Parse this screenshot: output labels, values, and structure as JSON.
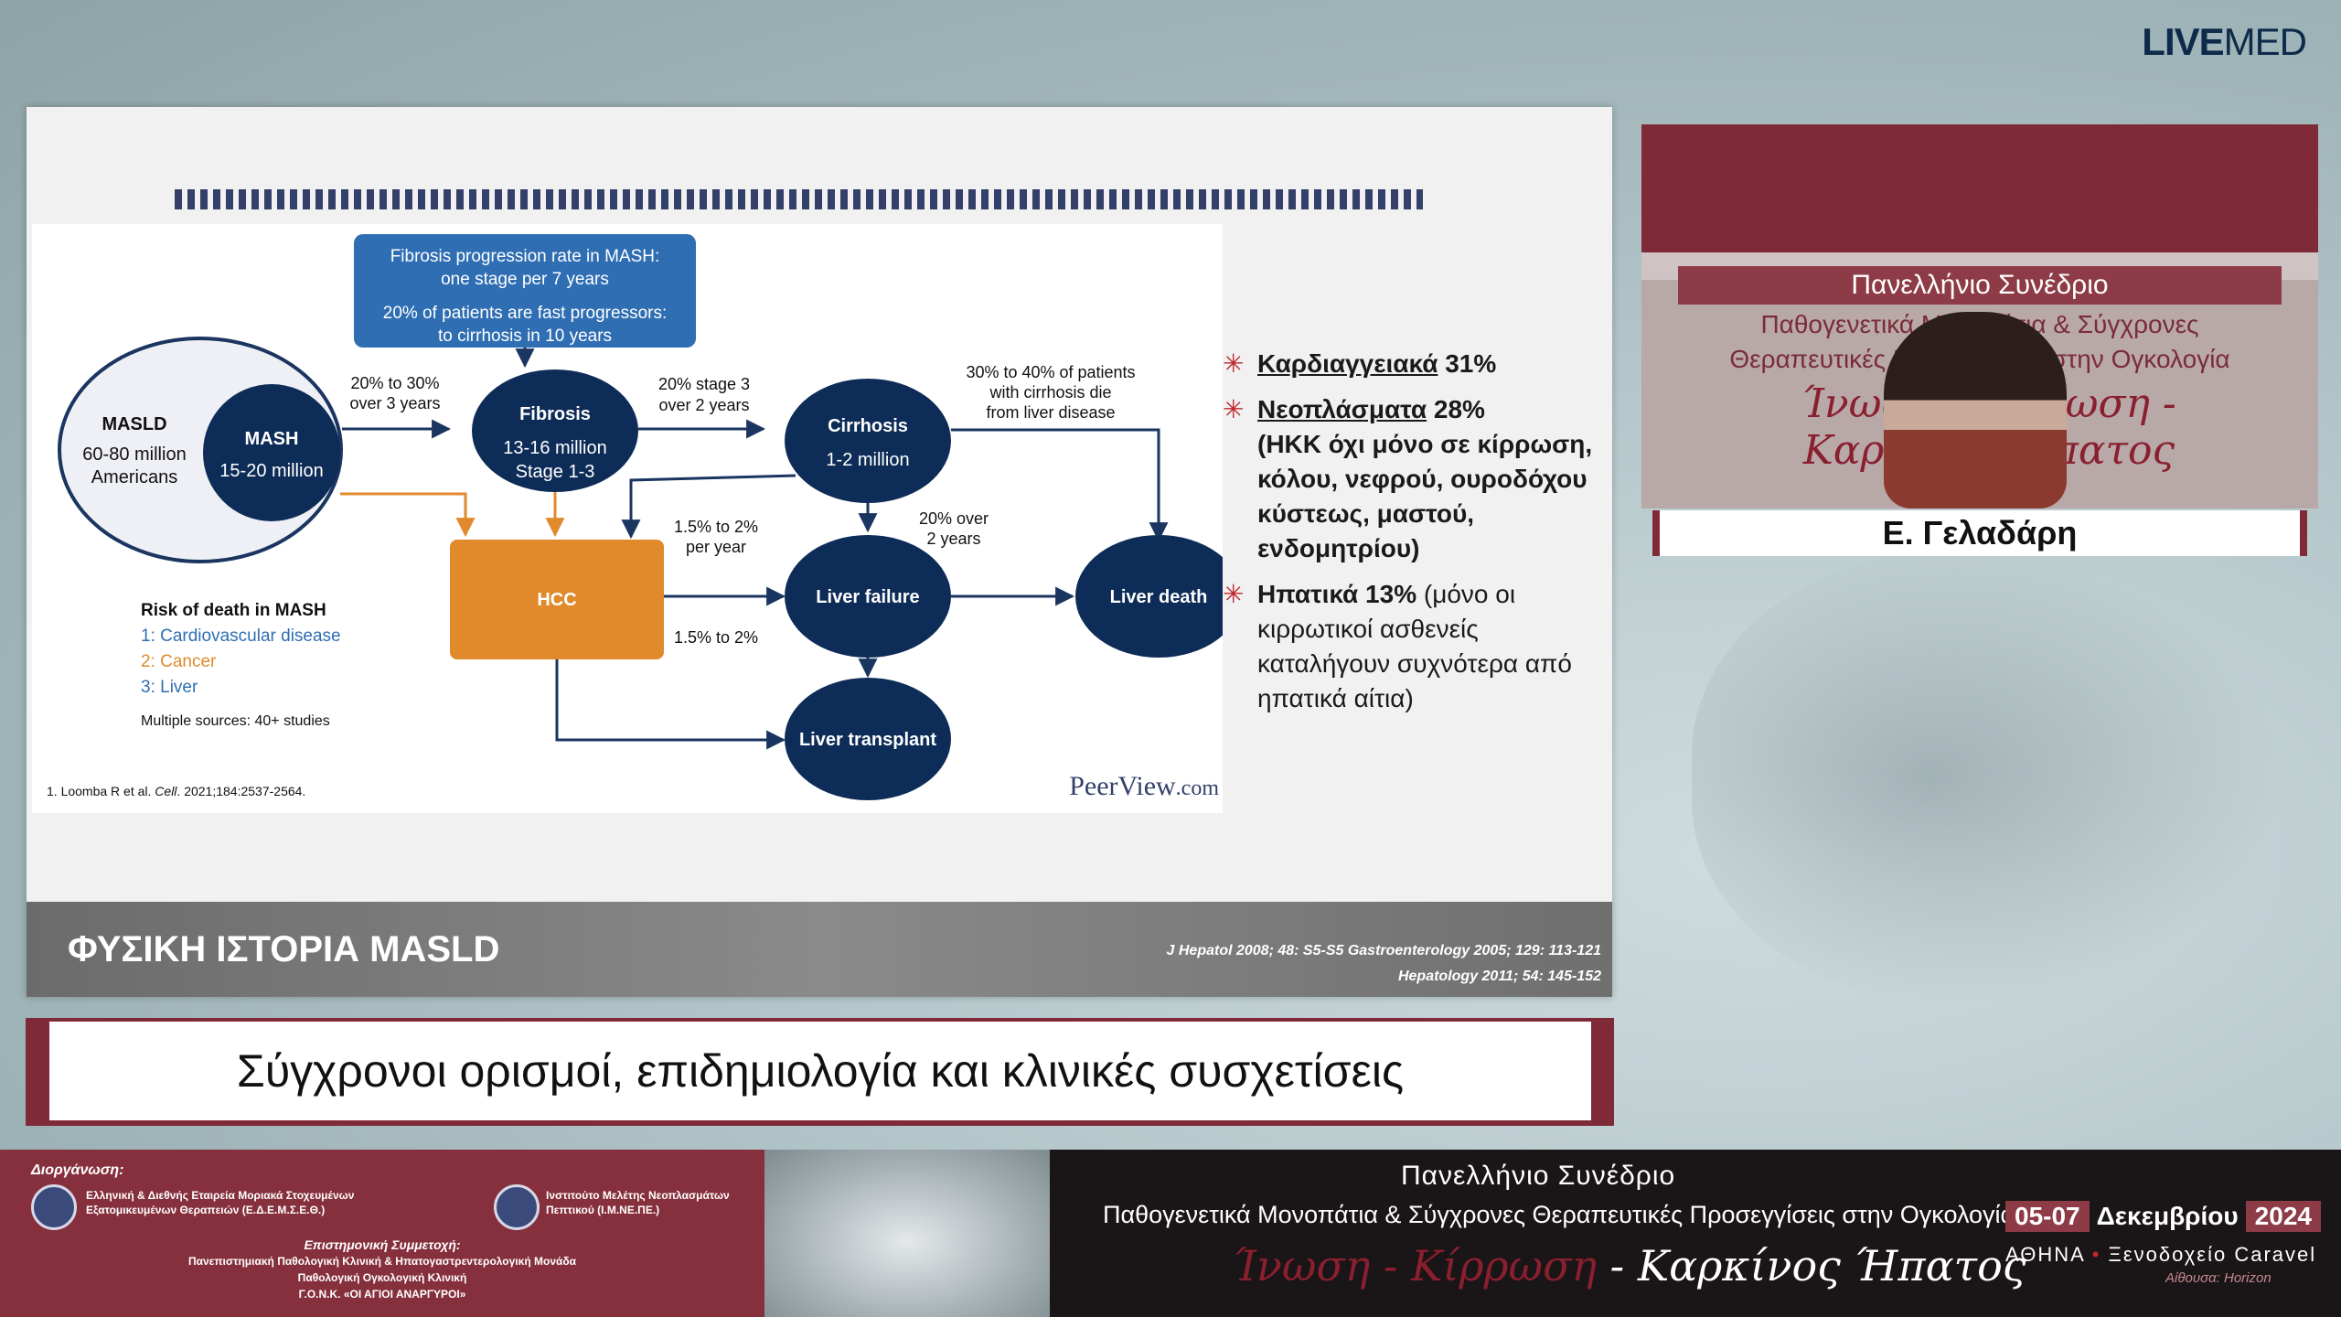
{
  "brand": {
    "logo_bold": "LIVE",
    "logo_light": "MED"
  },
  "slide": {
    "figure": {
      "fibrosis_rate_line1": "Fibrosis progression rate in MASH:",
      "fibrosis_rate_line2": "one stage per 7 years",
      "fast_line1": "20% of patients are fast progressors:",
      "fast_line2": "to cirrhosis in 10 years",
      "masld_title": "MASLD",
      "masld_line1": "60-80 million",
      "masld_line2": "Americans",
      "mash_title": "MASH",
      "mash_line1": "15-20 million",
      "arrow_mash_fib_1": "20% to 30%",
      "arrow_mash_fib_2": "over 3 years",
      "fibrosis_title": "Fibrosis",
      "fibrosis_line1": "13-16 million",
      "fibrosis_line2": "Stage 1-3",
      "arrow_fib_cirr_1": "20% stage 3",
      "arrow_fib_cirr_2": "over 2 years",
      "cirrhosis_title": "Cirrhosis",
      "cirrhosis_line1": "1-2 million",
      "death_note_1": "30% to 40% of patients",
      "death_note_2": "with cirrhosis die",
      "death_note_3": "from liver disease",
      "hcc_note_1": "1.5% to 2%",
      "hcc_note_2": "per year",
      "failure_note_1": "20% over",
      "failure_note_2": "2 years",
      "hcc": "HCC",
      "liver_failure": "Liver failure",
      "liver_death": "Liver death",
      "liver_transplant": "Liver transplant",
      "risk_title": "Risk of death in MASH",
      "risk_1": "1: Cardiovascular disease",
      "risk_2": "2: Cancer",
      "risk_3": "3: Liver",
      "sources": "Multiple sources: 40+ studies",
      "citation_prefix": "1. Loomba R et al. ",
      "citation_journal": "Cell",
      "citation_suffix": ". 2021;184:2537-2564.",
      "peerview_main": "PeerView",
      "peerview_suffix": ".com"
    },
    "bullets": [
      {
        "head": "Καρδιαγγειακά",
        "value": " 31%"
      },
      {
        "head": "Νεοπλάσματα",
        "value": " 28%",
        "detail": "(ΗΚΚ όχι μόνο σε κίρρωση, κόλου, νεφρού, ουροδόχου κύστεως, μαστού, ενδομητρίου)"
      },
      {
        "head": "Ηπατικά 13%",
        "value": " (μόνο οι κιρρωτικοί ασθενείς καταλήγουν συχνότερα από ηπατικά αίτια)"
      }
    ],
    "title": "ΦΥΣΙΚΗ ΙΣΤΟΡΙΑ MASLD",
    "ref_1": "J Hepatol 2008; 48: S5-S5 Gastroenterology 2005; 129: 113-121",
    "ref_2": "Hepatology 2011; 54: 145-152"
  },
  "caption": "Σύγχρονοι ορισμοί, επιδημιολογία και κλινικές συσχετίσεις",
  "speaker": {
    "name": "Ε. Γελαδάρη",
    "video_banner": "Πανελλήνιο Συνέδριο",
    "video_line2a": "Παθογενετικά Μονοπάτια & Σύγχρονες",
    "video_line2b": "Θεραπευτικές Προσεγγίσεις στην Ογκολογία",
    "video_hand": "Ίνωση - Κίρρωση - Καρκίνος Ήπατος"
  },
  "footer": {
    "organizer_label": "Διοργάνωση:",
    "org1": "Ελληνική & Διεθνής Εταιρεία Μοριακά Στοχευμένων Εξατομικευμένων Θεραπειών (Ε.Δ.Ε.Μ.Σ.Ε.Θ.)",
    "org2": "Ινστιτούτο Μελέτης Νεοπλασμάτων Πεπτικού (Ι.Μ.ΝΕ.ΠΕ.)",
    "collab_label": "Επιστημονική Συμμετοχή:",
    "collab_1": "Πανεπιστημιακή Παθολογική Κλινική & Ηπατογαστρεντερολογική Μονάδα",
    "collab_2": "Παθολογική Ογκολογική Κλινική",
    "collab_3": "Γ.Ο.Ν.Κ. «ΟΙ ΑΓΙΟΙ ΑΝΑΡΓΥΡΟΙ»",
    "conf_title": "Πανελλήνιο Συνέδριο",
    "conf_subtitle": "Παθογενετικά Μονοπάτια & Σύγχρονες Θεραπευτικές Προσεγγίσεις στην Ογκολογία",
    "hand_red": "Ίνωση - Κίρρωση",
    "hand_white": " - Καρκίνος Ήπατος",
    "dates": "05-07",
    "month": "Δεκεμβρίου",
    "year": "2024",
    "city": "ΑΘΗΝΑ",
    "venue": "Ξενοδοχείο Caravel",
    "room": "Αίθουσα: Horizon"
  }
}
